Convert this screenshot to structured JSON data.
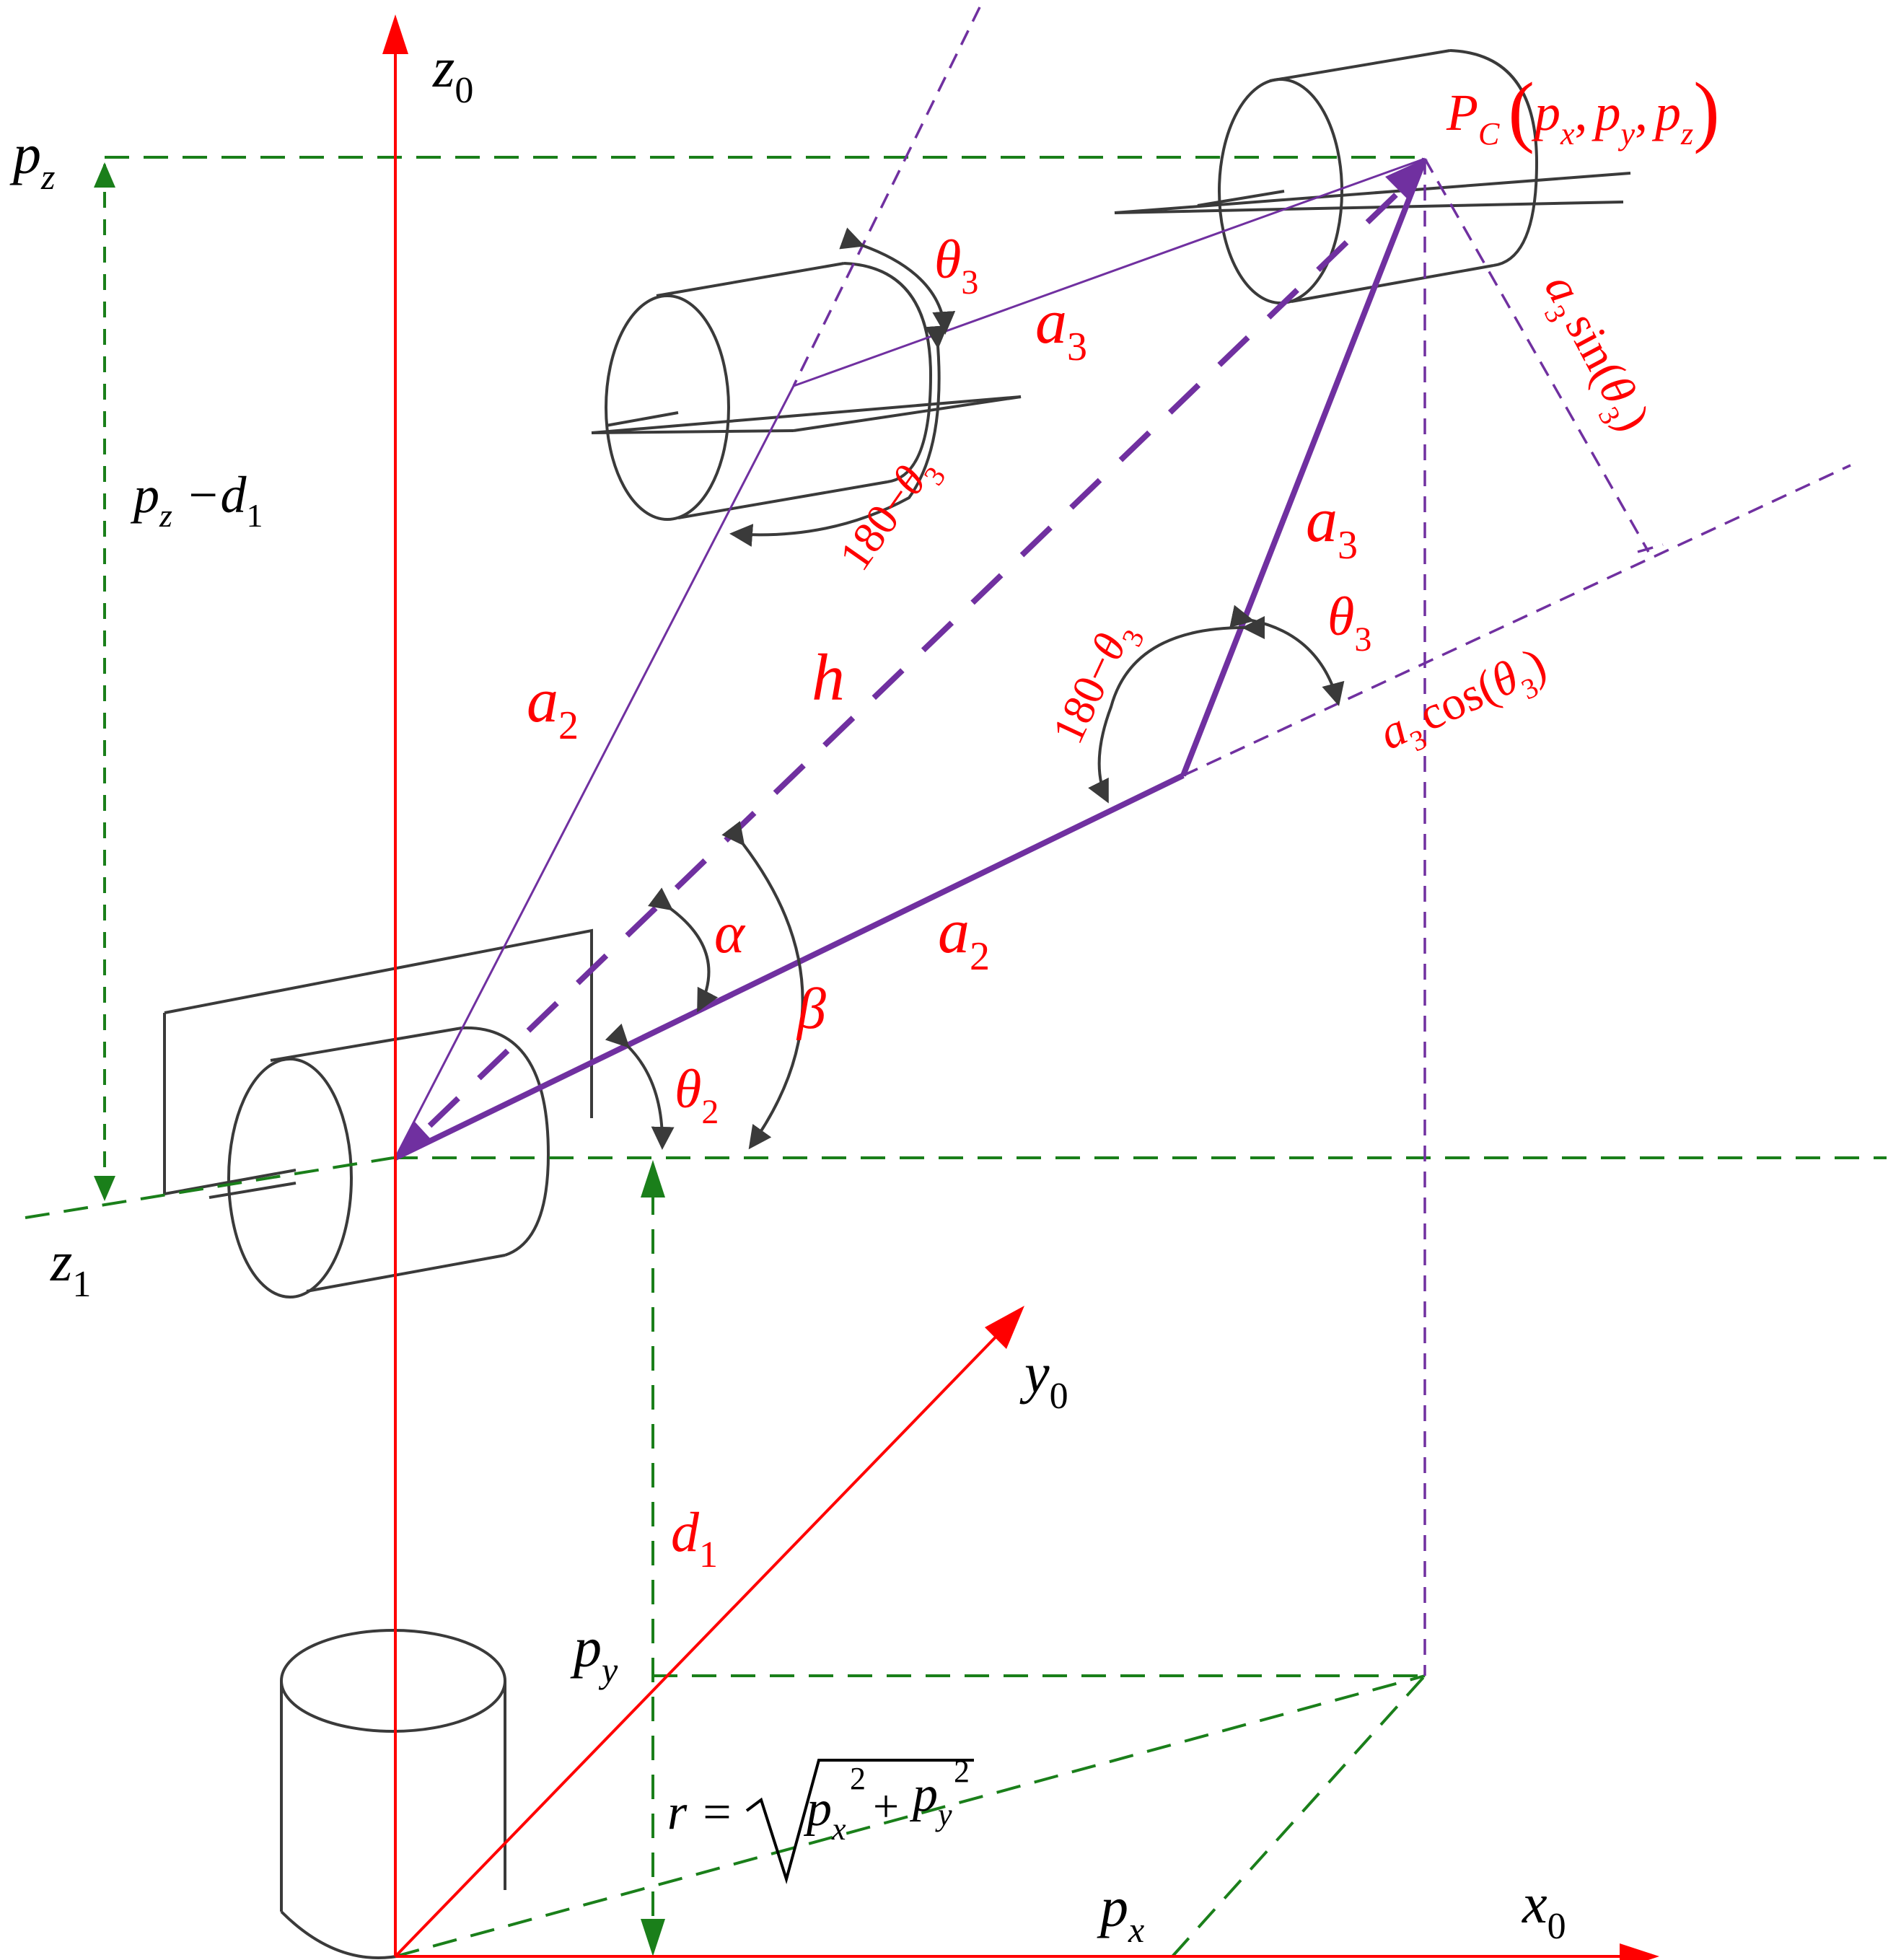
{
  "colors": {
    "axis": "#ff0000",
    "link": "#7030a0",
    "guide": "#1a7f1a",
    "drawing": "#3a3a3a",
    "label_red": "#ff0000",
    "label_black": "#000000"
  },
  "labels": {
    "z0": "z",
    "z0_sub": "0",
    "y0": "y",
    "y0_sub": "0",
    "x0": "x",
    "x0_sub": "0",
    "z1": "z",
    "z1_sub": "1",
    "pz": "p",
    "pz_sub": "z",
    "pz_minus_d1_p": "p",
    "pz_minus_d1_psub": "z",
    "pz_minus_d1_mid": " −d",
    "pz_minus_d1_sub": "1",
    "py": "p",
    "py_sub": "y",
    "px": "p",
    "px_sub": "x",
    "d1": "d",
    "d1_sub": "1",
    "pc_P": "P",
    "pc_sub": "C",
    "pc_open": "(",
    "pc_px": "p",
    "pc_px_sub": "x",
    "pc_py": "p",
    "pc_py_sub": "y",
    "pc_pz": "p",
    "pc_pz_sub": "z",
    "pc_close": ")",
    "pc_comma": ",",
    "a2": "a",
    "a2_sub": "2",
    "a3": "a",
    "a3_sub": "3",
    "h": "h",
    "alpha": "α",
    "beta": "β",
    "theta": "θ",
    "theta2_sub": "2",
    "theta3_sub": "3",
    "one_eighty_minus": "180−",
    "a3sin_a": "a",
    "a3sin_sub": "3",
    "a3sin_fn": "sin(",
    "a3sin_theta": "θ",
    "a3sin_theta_sub": "3",
    "a3sin_close": ")",
    "a3cos_a": "a",
    "a3cos_sub": "3",
    "a3cos_fn": "cos(",
    "a3cos_theta": "θ",
    "a3cos_theta_sub": "3",
    "a3cos_close": ")",
    "r_eq": "r =",
    "r_p": "p",
    "r_x": "x",
    "r_y": "y",
    "r_sq": "2",
    "r_plus": "+"
  }
}
